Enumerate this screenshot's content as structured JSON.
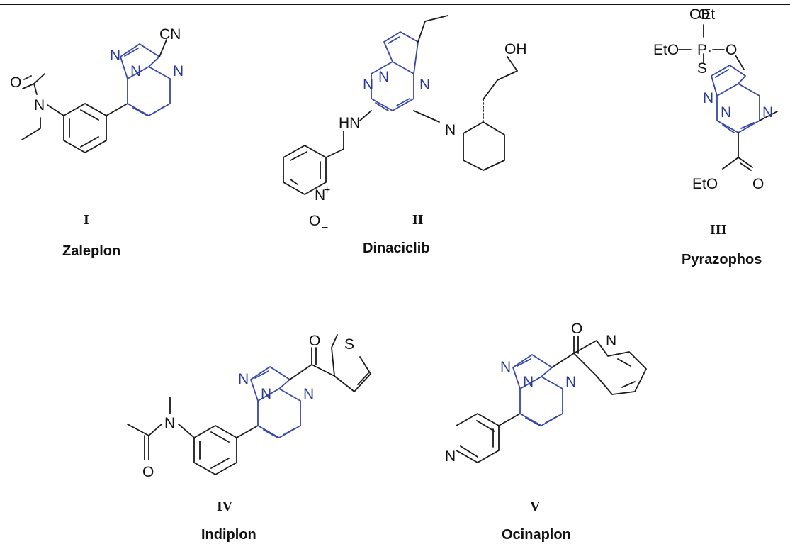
{
  "compounds": [
    {
      "numeral": "I",
      "name": "Zaleplon"
    },
    {
      "numeral": "II",
      "name": "Dinaciclib"
    },
    {
      "numeral": "III",
      "name": "Pyrazophos"
    },
    {
      "numeral": "IV",
      "name": "Indiplon"
    },
    {
      "numeral": "V",
      "name": "Ocinaplon"
    }
  ],
  "atoms": {
    "cn": "CN",
    "n": "N",
    "o": "O",
    "s": "S",
    "p": "P",
    "hn": "HN",
    "oh": "OH",
    "oet": "OEt",
    "eto_p": "EtO",
    "eto_ester": "EtO",
    "plus": "+",
    "minus": "−"
  },
  "colors": {
    "scaffold": "#3848a6",
    "bonds": "#1a1a1a"
  }
}
